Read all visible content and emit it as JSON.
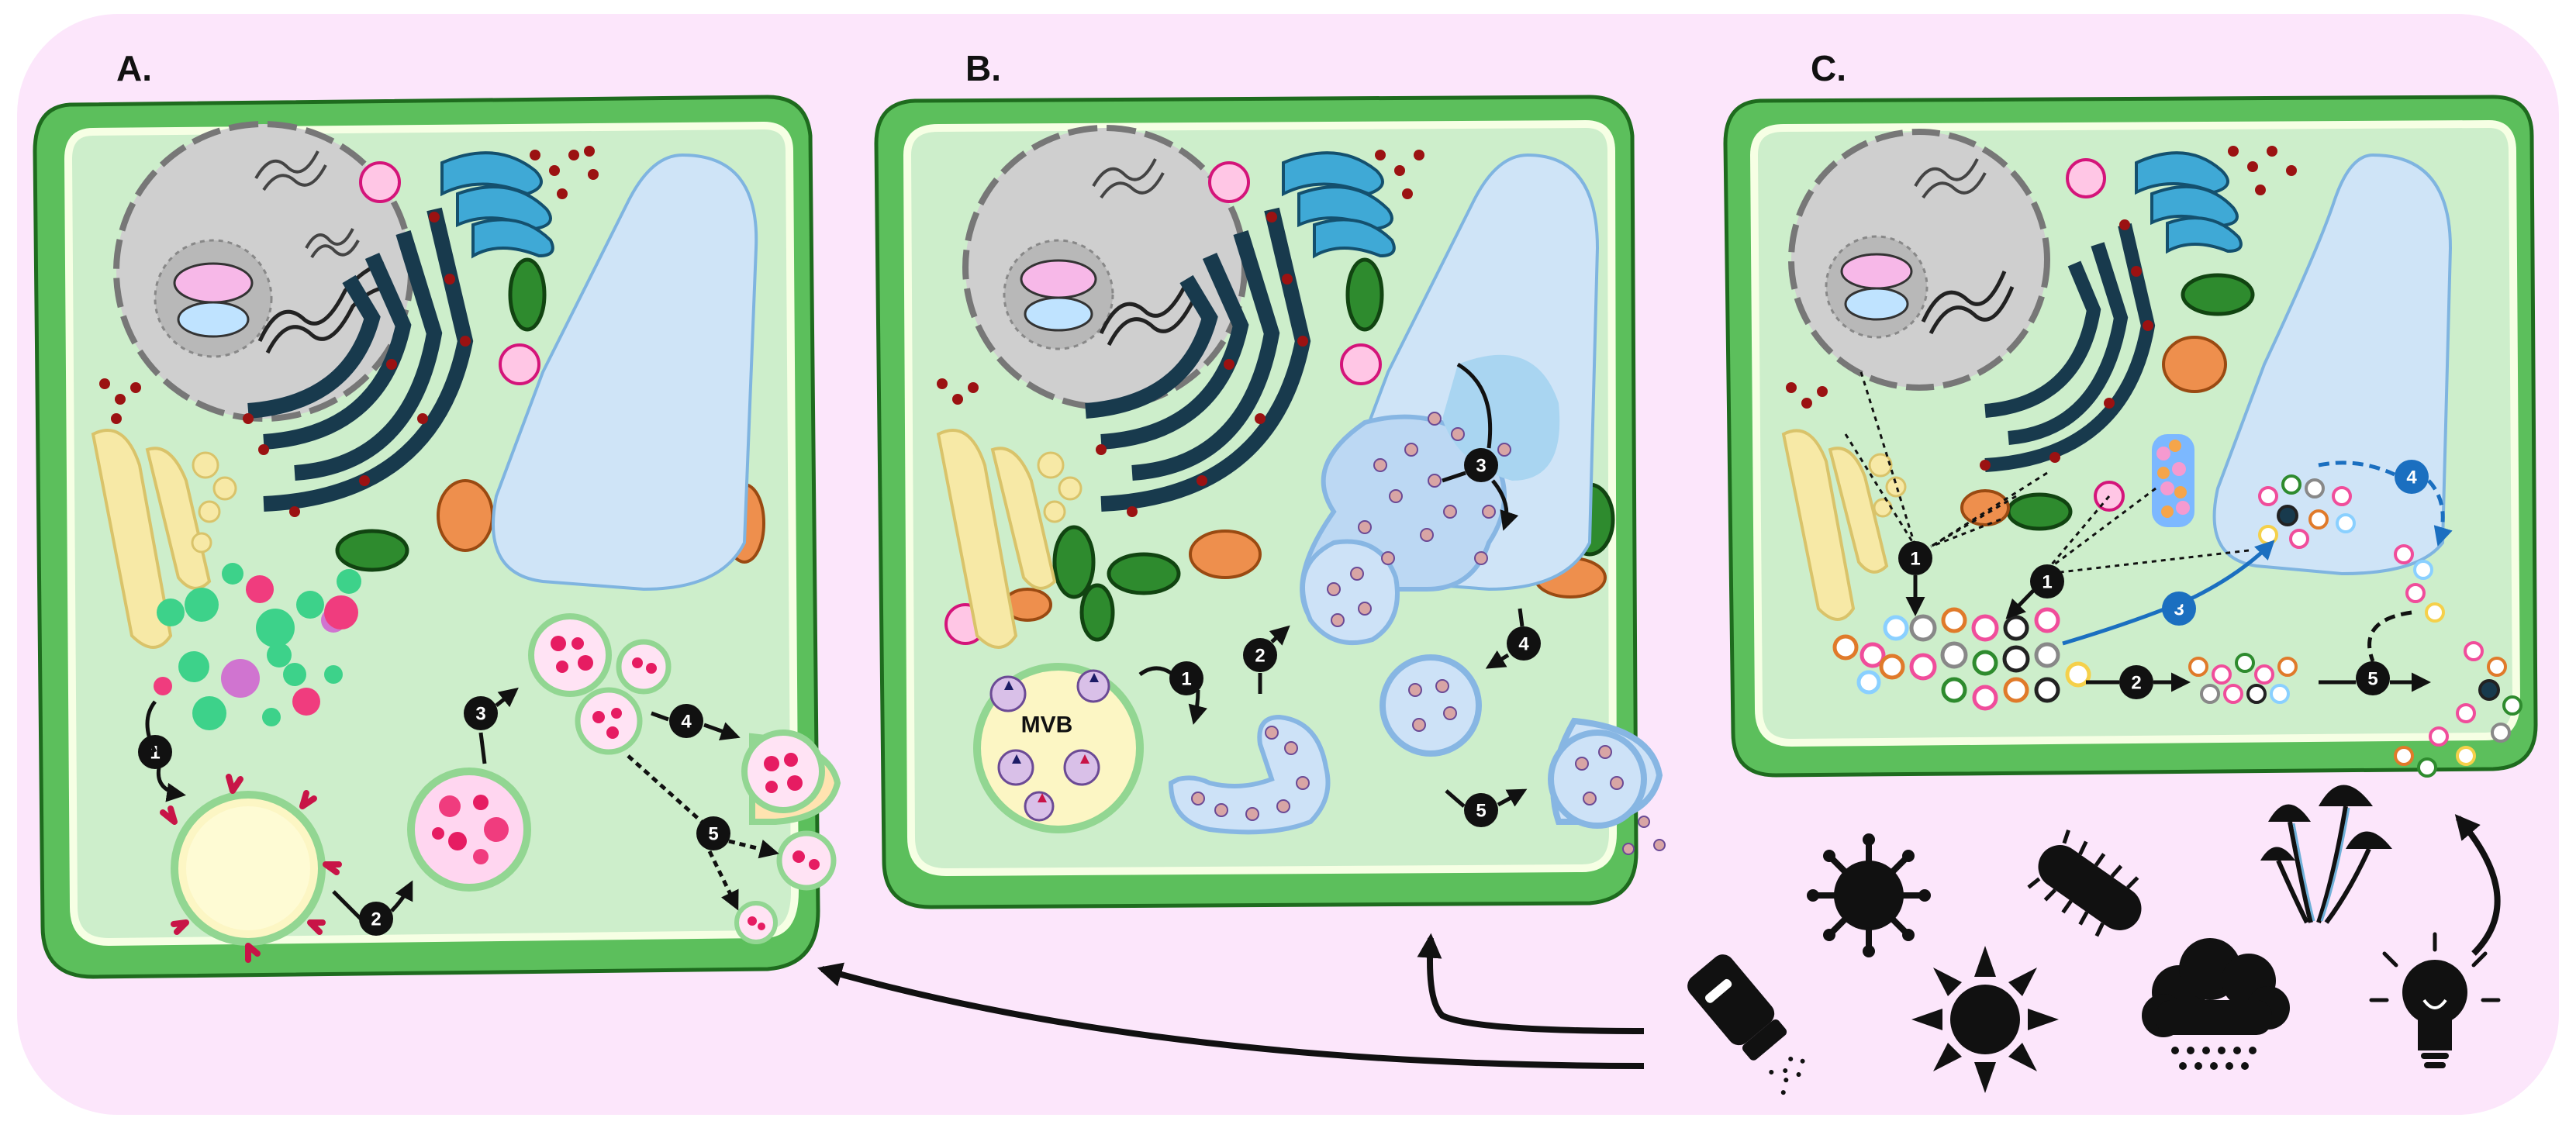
{
  "panels": [
    {
      "id": "A",
      "label": "A."
    },
    {
      "id": "B",
      "label": "B."
    },
    {
      "id": "C",
      "label": "C."
    }
  ],
  "mvb_label": "MVB",
  "steps_a": [
    "1",
    "2",
    "3",
    "4",
    "5"
  ],
  "steps_b": [
    "1",
    "2",
    "3",
    "4",
    "5"
  ],
  "steps_c": [
    "1",
    "1",
    "2",
    "3",
    "4",
    "5"
  ],
  "stress_icons": [
    "virus-icon",
    "bacterium-icon",
    "fungus-icon",
    "sun-icon",
    "storm-cloud-icon",
    "light-bulb-icon",
    "salt-shaker-icon"
  ],
  "colors": {
    "background": "#fce6fb",
    "cell_wall": "#5cbf5c",
    "cytoplasm": "#cdeecb",
    "vacuole": "#cfe4f7",
    "er": "#183a4d",
    "ribosome": "#9b1212",
    "chloroplast": "#2e8b2e",
    "mitochondria": "#ee8f4d",
    "golgi": "#f7e9a6",
    "nucleus": "#cfcfcf",
    "blue_step": "#1b6fc0"
  }
}
